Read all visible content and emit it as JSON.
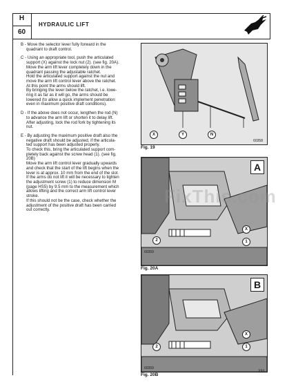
{
  "header": {
    "section_letter": "H",
    "section_number": "60",
    "title": "HYDRAULIC LIFT"
  },
  "paragraphs": [
    {
      "lines": [
        "B - Move the selector lever fully forward in the",
        "quadrant to draft control."
      ]
    },
    {
      "lines": [
        "C - Using an appropriate tool, push the articulated",
        "support (X) against the lock nut (2). (see fig. 20A).",
        "Move the arm lift lever completely down in the",
        "quadrant passing the adjustable ratchet.",
        "Hold the articulated support against the nut and",
        "move the arm lift control lever above the ratchet.",
        "At this point the arms should lift.",
        "By bringing the lever below the ratchet, i.e. lowe-",
        "ring it as far as it will go, the arms should be",
        "lowered (to allow a quick implement penetration",
        "even in maximum positive draft conditions)."
      ]
    },
    {
      "lines": [
        "D - If the above does not occur, lengthen the rod (N)",
        "to advance the arm lift or shorten it to delay lift.",
        "After adjusting, lock the rod fork by tightening its",
        "nut."
      ]
    },
    {
      "lines": [
        "E - By adjusting the maximum positive draft also the",
        "negative draft should be adjusted, if the articula-",
        "ted support has been adjusted properly.",
        "To check this, bring the articulated support com-",
        "pletely back against the screw head (1). (see fig.",
        "20B)",
        "Move the arm lift control lever gradually upwards",
        "and check that the start of the lift begins when the",
        "lever is at approx. 10 mm from the end of the slot.",
        "If the arms do not lift it will be necessary to tighten",
        "the adjustment screw (1) to reduce dimension M",
        "(page HS5) by 9.5 mm to the measurement which",
        "allows lifting and the correct arm lift control lever",
        "stroke.",
        "If this should not be the case, check whether the",
        "adjustment of the positive draft has been carried",
        "out correctly."
      ]
    }
  ],
  "figures": {
    "fig19": {
      "caption": "Fig. 19",
      "number": "60358",
      "callouts": [
        "X",
        "Y",
        "N"
      ]
    },
    "fig20a": {
      "caption": "Fig. 20A",
      "number": "60359",
      "letter": "A",
      "callouts": [
        "X",
        "1",
        "2"
      ]
    },
    "fig20b": {
      "caption": "Fig. 20B",
      "number": "60359",
      "letter": "B",
      "callouts": [
        "X",
        "1",
        "2"
      ]
    }
  },
  "watermark": "FixThis.com",
  "page_number": "231",
  "colors": {
    "ink": "#1a1a1a",
    "figure_bg": "#d9d9d9"
  },
  "icons": {
    "logo": "leaping-deer-logo"
  }
}
